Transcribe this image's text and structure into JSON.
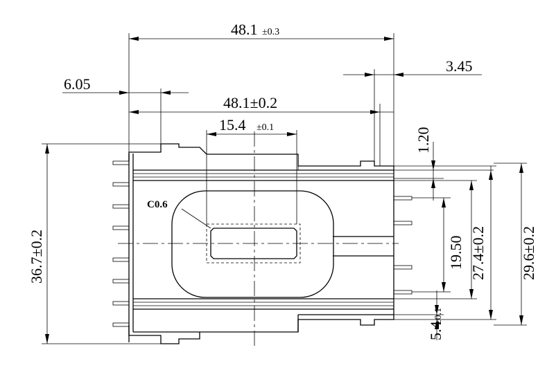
{
  "drawing": {
    "dimensions": {
      "overall_width": {
        "value": "48.1",
        "tol": "±0.3"
      },
      "left_offset": {
        "value": "6.05"
      },
      "right_offset": {
        "value": "3.45"
      },
      "inner_width": {
        "value": "48.1±0.2"
      },
      "window_width": {
        "value": "15.4",
        "tol": "±0.1"
      },
      "top_step": {
        "value": "1.20"
      },
      "overall_height": {
        "value": "36.7±0.2"
      },
      "pin_span_a": {
        "value": "19.50"
      },
      "pin_span_b": {
        "value": "27.4±0.2"
      },
      "pin_span_c": {
        "value": "29.6±0.2"
      },
      "bottom_pitch": {
        "value": "5.4",
        "tol": "±0.1"
      }
    },
    "chamfer_label": "C0.6"
  }
}
